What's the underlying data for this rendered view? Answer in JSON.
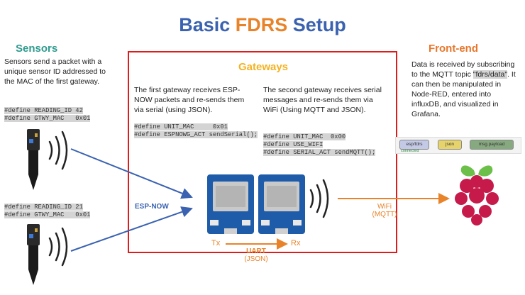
{
  "title": {
    "part1": "Basic ",
    "part2": "FDRS",
    "part3": " Setup"
  },
  "sensors": {
    "heading": "Sensors",
    "description": "Sensors send a packet with a unique sensor ID addressed to the MAC of the first gateway.",
    "code1": [
      "#define READING_ID 42",
      "#define GTWY_MAC   0x01"
    ],
    "code2": [
      "#define READING_ID 21",
      "#define GTWY_MAC   0x01"
    ]
  },
  "gateways": {
    "heading": "Gateways",
    "first_text": "The first gateway receives ESP-NOW packets and re-sends them via serial (using JSON).",
    "first_code": [
      "#define UNIT_MAC     0x01",
      "#define ESPNOWG_ACT sendSerial();"
    ],
    "second_text": "The second gateway receives serial messages and re-sends them via WiFi (Using MQTT and JSON).",
    "second_code": [
      "#define UNIT_MAC  0x00",
      "#define USE_WIFI",
      "#define SERIAL_ACT sendMQTT();"
    ],
    "tx": "Tx",
    "rx": "Rx",
    "uart": "UART",
    "uart_sub": "(JSON)"
  },
  "links": {
    "espnow": "ESP-NOW",
    "wifi": "WiFi",
    "wifi_sub": "(MQTT)"
  },
  "frontend": {
    "heading": "Front-end",
    "description_before": "Data is received by subscribing to the MQTT topic ",
    "topic": "\"fdrs/data\"",
    "description_after": ". It can then be manipulated in Node-RED, entered into influxDB, and visualized in Grafana.",
    "nodered": {
      "node1": "esp/fdrs",
      "node2": "json",
      "node3": "msg.payload",
      "status": "connected"
    }
  },
  "colors": {
    "blue": "#3a62b0",
    "orange": "#e8832a",
    "teal": "#2f9a8e",
    "gold": "#f4b223",
    "red": "#dd1c1c"
  }
}
